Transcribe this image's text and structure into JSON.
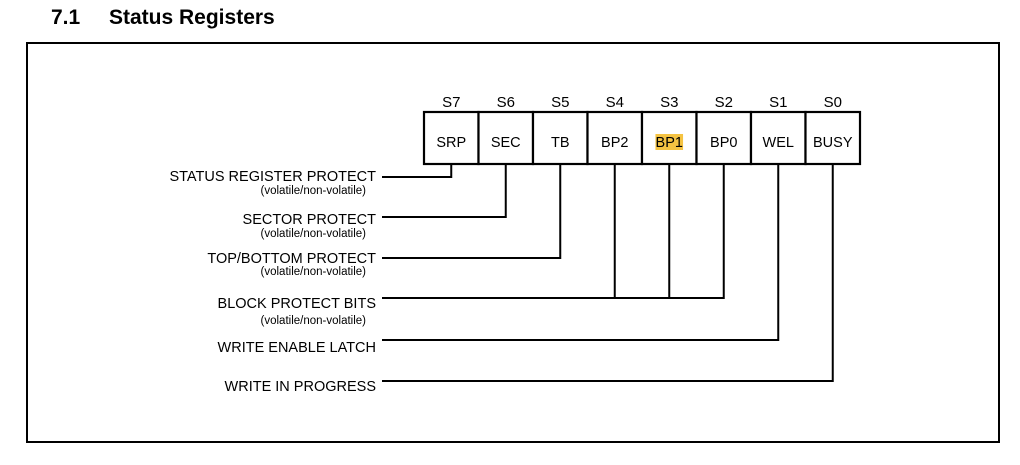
{
  "section": {
    "number": "7.1",
    "title": "Status Registers"
  },
  "bits": [
    {
      "num": "S7",
      "name": "SRP"
    },
    {
      "num": "S6",
      "name": "SEC"
    },
    {
      "num": "S5",
      "name": "TB"
    },
    {
      "num": "S4",
      "name": "BP2"
    },
    {
      "num": "S3",
      "name": "BP1",
      "highlighted": true
    },
    {
      "num": "S2",
      "name": "BP0"
    },
    {
      "num": "S1",
      "name": "WEL"
    },
    {
      "num": "S0",
      "name": "BUSY"
    }
  ],
  "labels": [
    {
      "text": "STATUS REGISTER PROTECT",
      "sub": "(volatile/non-volatile)",
      "bits": [
        0
      ]
    },
    {
      "text": "SECTOR PROTECT",
      "sub": "(volatile/non-volatile)",
      "bits": [
        1
      ]
    },
    {
      "text": "TOP/BOTTOM PROTECT",
      "sub": "(volatile/non-volatile)",
      "bits": [
        2
      ]
    },
    {
      "text": "BLOCK PROTECT BITS",
      "sub": "(volatile/non-volatile)",
      "bits": [
        3,
        4,
        5
      ]
    },
    {
      "text": "WRITE ENABLE LATCH",
      "sub": "",
      "bits": [
        6
      ]
    },
    {
      "text": "WRITE IN PROGRESS",
      "sub": "",
      "bits": [
        7
      ]
    }
  ],
  "colors": {
    "highlight": "#f5c342",
    "line": "#000000"
  }
}
